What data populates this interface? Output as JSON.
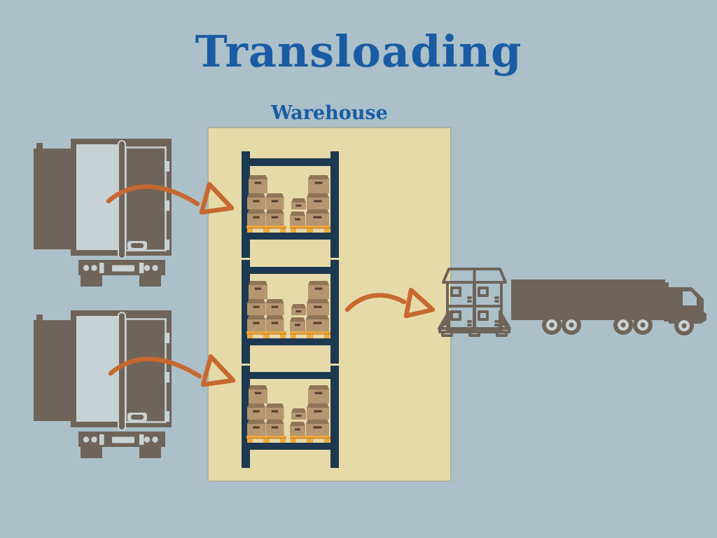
{
  "title": "Transloading",
  "labels": {
    "warehouse": "Warehouse"
  },
  "icons": {
    "inbound_trucks": "open-rear-trailer-icon",
    "storage_rack": "warehouse-shelf-rack-icon",
    "shelf_levels": 3,
    "outbound_pallet": "pallet-with-boxes-icon",
    "outbound_truck": "semi-truck-icon",
    "flow_arrows": 3
  },
  "colors": {
    "background": "#abc0c9",
    "heading_blue": "#1a5ca3",
    "warehouse_fill": "#e6daa9",
    "warehouse_border": "#a9b2a6",
    "rack_navy": "#1d3951",
    "box_body": "#b59671",
    "box_lid": "#8f7456",
    "box_slot": "#564330",
    "pallet_orange": "#f0a93c",
    "pallet_shadow": "#c9882e",
    "truck_gray": "#6f6459",
    "truck_interior": "#c8d2d5",
    "arrow_orange": "#c7682f"
  }
}
